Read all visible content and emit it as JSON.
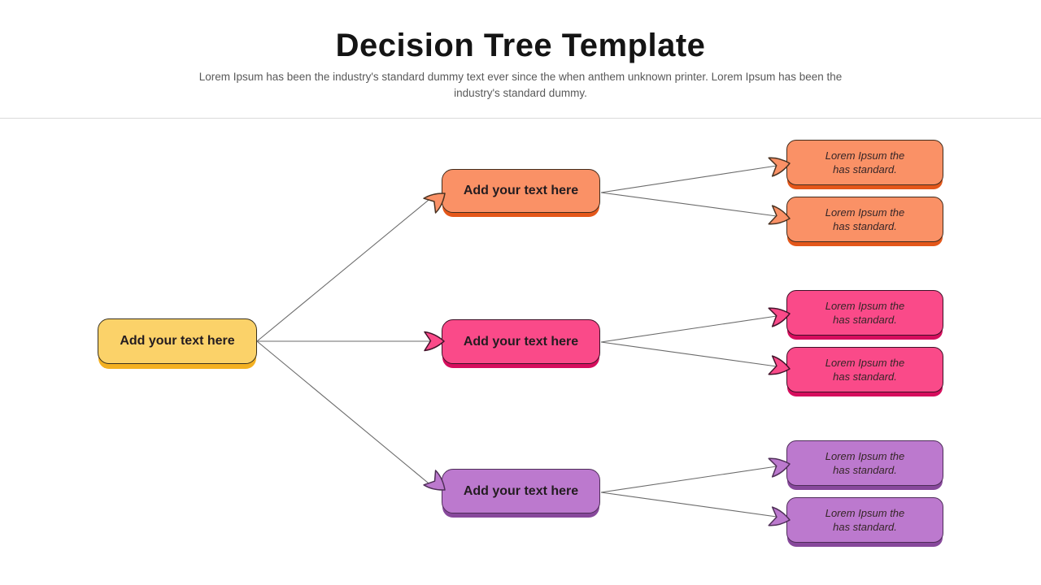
{
  "header": {
    "title": "Decision Tree Template",
    "subtitle": "Lorem Ipsum has been the industry's standard dummy text ever since the when anthem unknown printer. Lorem Ipsum has been the industry's standard dummy."
  },
  "tree": {
    "root": {
      "label": "Add your text here",
      "fill": "#fbd269",
      "shadow": "#f3b021",
      "border": "#39301d"
    },
    "branches": [
      {
        "label": "Add your text here",
        "color_name": "orange",
        "fill": "#fa9166",
        "shadow": "#e4571a",
        "border": "#422c1c",
        "leaves": [
          {
            "line1": "Lorem Ipsum the",
            "line2": "has standard."
          },
          {
            "line1": "Lorem Ipsum the",
            "line2": "has standard."
          }
        ]
      },
      {
        "label": "Add your text here",
        "color_name": "pink",
        "fill": "#fa4a89",
        "shadow": "#d60d5d",
        "border": "#3f1027",
        "leaves": [
          {
            "line1": "Lorem Ipsum the",
            "line2": "has standard."
          },
          {
            "line1": "Lorem Ipsum the",
            "line2": "has standard."
          }
        ]
      },
      {
        "label": "Add your text here",
        "color_name": "purple",
        "fill": "#bc79ce",
        "shadow": "#87489b",
        "border": "#4e2d59",
        "leaves": [
          {
            "line1": "Lorem Ipsum the",
            "line2": "has standard."
          },
          {
            "line1": "Lorem Ipsum the",
            "line2": "has standard."
          }
        ]
      }
    ]
  },
  "connectors": {
    "line_color": "#6b6b6b"
  },
  "icons": {
    "arrow_pointer": "arrow-pointer-icon"
  }
}
